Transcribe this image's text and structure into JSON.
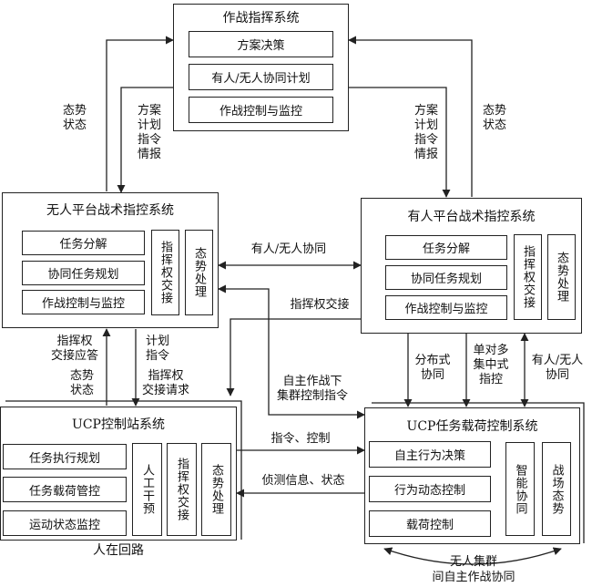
{
  "command_system": {
    "title": "作战指挥系统",
    "items": [
      "方案决策",
      "有人/无人协同计划",
      "作战控制与监控"
    ]
  },
  "unmanned_platform": {
    "title": "无人平台战术指控系统",
    "items": [
      "任务分解",
      "协同任务规划",
      "作战控制与监控"
    ],
    "side": [
      "指挥权交接",
      "态势处理"
    ]
  },
  "manned_platform": {
    "title": "有人平台战术指控系统",
    "items": [
      "任务分解",
      "协同任务规划",
      "作战控制与监控"
    ],
    "side": [
      "指挥权交接",
      "态势处理"
    ]
  },
  "ucp_control": {
    "title": "UCP控制站系统",
    "items": [
      "任务执行规划",
      "任务载荷管控",
      "运动状态监控"
    ],
    "side": [
      "人工干预",
      "指挥权交接",
      "态势处理"
    ],
    "caption": "人在回路"
  },
  "ucp_payload": {
    "title": "UCP任务载荷控制系统",
    "items": [
      "自主行为决策",
      "行为动态控制",
      "载荷控制"
    ],
    "side": [
      "智能协同",
      "战场态势"
    ],
    "caption": "无人集群\n间自主作战协同"
  },
  "labels": {
    "situation_left": "态势\n状态",
    "plan_left": "方案\n计划\n指令\n情报",
    "plan_right": "方案\n计划\n指令\n情报",
    "situation_right": "态势\n状态",
    "manned_unmanned_mid": "有人/无人协同",
    "authority_handover": "指挥权交接",
    "handover_reply": "指挥权\n交接应答",
    "plan_cmd": "计划\n指令",
    "situation_left2": "态势\n状态",
    "handover_request": "指挥权\n交接请求",
    "autonomous_cluster": "自主作战下\n集群控制指令",
    "distributed": "分布式\n协同",
    "single_multi": "单对多\n集中式\n指控",
    "manned_unmanned_right": "有人/无人\n协同",
    "cmd_control": "指令、控制",
    "recon_info": "侦测信息、状态"
  }
}
